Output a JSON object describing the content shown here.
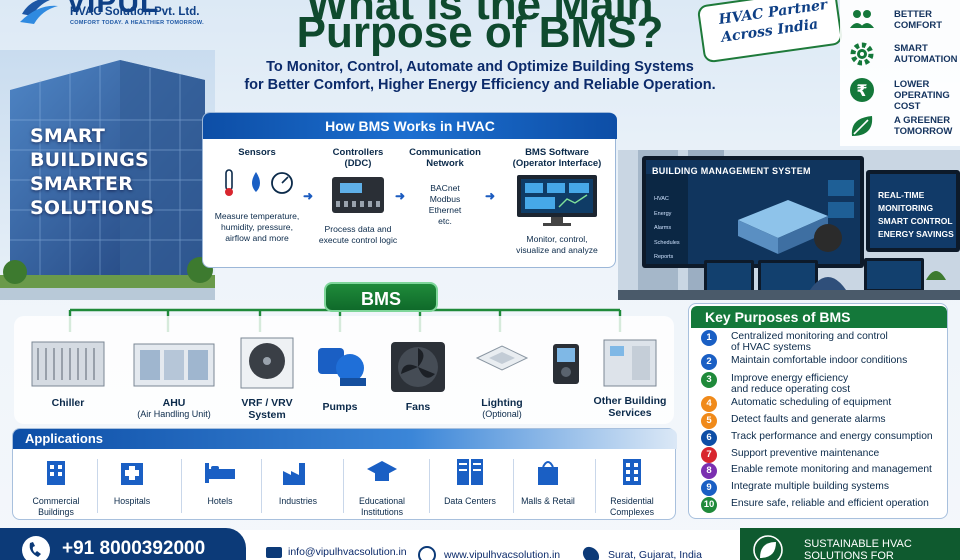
{
  "logo": {
    "name": "VIPUL",
    "company": "HVAC Solution Pvt. Ltd.",
    "tagline": "COMFORT TODAY. A HEALTHIER TOMORROW."
  },
  "header": {
    "title_line1": "What is the Main",
    "title_line2": "Purpose of BMS?",
    "subtitle_line1": "To Monitor, Control, Automate and Optimize Building Systems",
    "subtitle_line2": "for Better Comfort, Higher Energy Efficiency and Reliable Operation."
  },
  "ribbon": {
    "line1": "HVAC Partner",
    "line2": "Across India"
  },
  "badges": [
    {
      "icon": "people-icon",
      "label_line1": "Better",
      "label_line2": "Comfort"
    },
    {
      "icon": "gear-icon",
      "label_line1": "Smart",
      "label_line2": "Automation"
    },
    {
      "icon": "rupee-icon",
      "label_line1": "Lower",
      "label_line2": "Operating Cost"
    },
    {
      "icon": "leaf-icon",
      "label_line1": "A Greener",
      "label_line2": "Tomorrow"
    }
  ],
  "hero": {
    "line1": "SMART",
    "line2": "BUILDINGS",
    "line3": "SMARTER",
    "line4": "SOLUTIONS"
  },
  "how": {
    "title": "How BMS Works in HVAC",
    "sensors": {
      "title": "Sensors",
      "desc_line1": "Measure temperature,",
      "desc_line2": "humidity, pressure,",
      "desc_line3": "airflow and more"
    },
    "controllers": {
      "title_line1": "Controllers",
      "title_line2": "(DDC)",
      "desc_line1": "Process data and",
      "desc_line2": "execute control logic"
    },
    "network": {
      "title_line1": "Communication",
      "title_line2": "Network",
      "item1": "BACnet",
      "item2": "Modbus",
      "item3": "Ethernet",
      "item4": "etc."
    },
    "software": {
      "title_line1": "BMS Software",
      "title_line2": "(Operator Interface)",
      "desc_line1": "Monitor, control,",
      "desc_line2": "visualize and analyze"
    }
  },
  "monitor": {
    "title": "BUILDING MANAGEMENT SYSTEM",
    "menu": [
      "HVAC",
      "Energy",
      "Alarms",
      "Schedules",
      "Reports"
    ],
    "side_line1": "REAL-TIME",
    "side_line2": "MONITORING",
    "side_line3": "SMART CONTROL",
    "side_line4": "ENERGY SAVINGS"
  },
  "bms_label": "BMS",
  "equipment": [
    {
      "label": "Chiller",
      "sub": ""
    },
    {
      "label": "AHU",
      "sub": "(Air Handling Unit)"
    },
    {
      "label": "VRF / VRV",
      "sub": "System"
    },
    {
      "label": "Pumps",
      "sub": ""
    },
    {
      "label": "Fans",
      "sub": ""
    },
    {
      "label": "Lighting",
      "sub": "(Optional)"
    },
    {
      "label": "Other Building",
      "sub": "Services"
    }
  ],
  "applications": {
    "title": "Applications",
    "items": [
      {
        "line1": "Commercial",
        "line2": "Buildings"
      },
      {
        "line1": "Hospitals",
        "line2": ""
      },
      {
        "line1": "Hotels",
        "line2": ""
      },
      {
        "line1": "Industries",
        "line2": ""
      },
      {
        "line1": "Educational",
        "line2": "Institutions"
      },
      {
        "line1": "Data Centers",
        "line2": ""
      },
      {
        "line1": "Malls & Retail",
        "line2": ""
      },
      {
        "line1": "Residential",
        "line2": "Complexes"
      }
    ]
  },
  "key_purposes": {
    "title": "Key Purposes of BMS",
    "items": [
      {
        "num": "1",
        "color": "#1a5fc4",
        "line1": "Centralized monitoring and control",
        "line2": "of HVAC systems"
      },
      {
        "num": "2",
        "color": "#1a5fc4",
        "line1": "Maintain comfortable indoor conditions",
        "line2": ""
      },
      {
        "num": "3",
        "color": "#1f8a3a",
        "line1": "Improve energy efficiency",
        "line2": "and reduce operating cost"
      },
      {
        "num": "4",
        "color": "#f08a1a",
        "line1": "Automatic scheduling of equipment",
        "line2": ""
      },
      {
        "num": "5",
        "color": "#f08a1a",
        "line1": "Detect faults and generate alarms",
        "line2": ""
      },
      {
        "num": "6",
        "color": "#0d4ea6",
        "line1": "Track performance and energy consumption",
        "line2": ""
      },
      {
        "num": "7",
        "color": "#d8262e",
        "line1": "Support preventive maintenance",
        "line2": ""
      },
      {
        "num": "8",
        "color": "#7a2fb0",
        "line1": "Enable remote monitoring and management",
        "line2": ""
      },
      {
        "num": "9",
        "color": "#1a5fc4",
        "line1": "Integrate multiple building systems",
        "line2": ""
      },
      {
        "num": "10",
        "color": "#1f8a3a",
        "line1": "Ensure safe, reliable and efficient operation",
        "line2": ""
      }
    ]
  },
  "footer": {
    "phone": "+91 8000392000",
    "email": "info@vipulhvacsolution.in",
    "website": "www.vipulhvacsolution.in",
    "location": "Surat, Gujarat, India",
    "sustainable_line1": "SUSTAINABLE HVAC",
    "sustainable_line2": "SOLUTIONS FOR"
  }
}
